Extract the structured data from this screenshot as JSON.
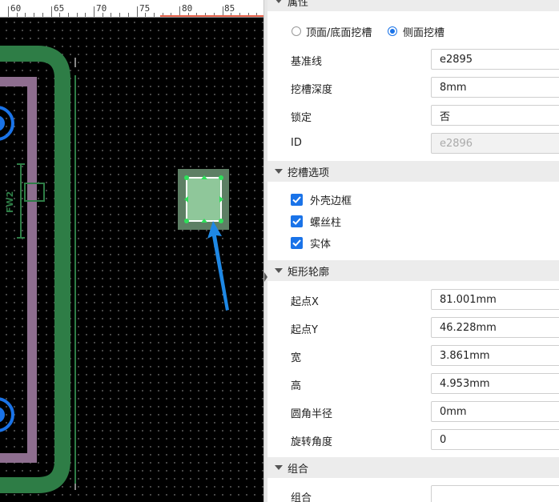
{
  "ruler": {
    "labels": [
      "60",
      "65",
      "70",
      "75",
      "80",
      "85"
    ]
  },
  "canvas": {
    "silk_label": "FW2",
    "colors": {
      "board": "#000000",
      "copper": "#2e7d46",
      "outline": "#8e6e8f",
      "pad": "#1a73e8",
      "selection": "#8fc79a",
      "arrow": "#1e88e5"
    }
  },
  "panel": {
    "properties": {
      "title": "属性",
      "option_top_bottom": "顶面/底面挖槽",
      "option_side": "侧面挖槽",
      "selected_option": "side",
      "rows": [
        {
          "label": "基准线",
          "value": "e2895"
        },
        {
          "label": "挖槽深度",
          "value": "8mm"
        },
        {
          "label": "锁定",
          "value": "否"
        },
        {
          "label": "ID",
          "value": "e2896",
          "disabled": true
        }
      ]
    },
    "slot_options": {
      "title": "挖槽选项",
      "items": [
        {
          "label": "外壳边框",
          "checked": true
        },
        {
          "label": "螺丝柱",
          "checked": true
        },
        {
          "label": "实体",
          "checked": true
        }
      ]
    },
    "rect_outline": {
      "title": "矩形轮廓",
      "rows": [
        {
          "label": "起点X",
          "value": "81.001mm"
        },
        {
          "label": "起点Y",
          "value": "46.228mm"
        },
        {
          "label": "宽",
          "value": "3.861mm"
        },
        {
          "label": "高",
          "value": "4.953mm"
        },
        {
          "label": "圆角半径",
          "value": "0mm"
        },
        {
          "label": "旋转角度",
          "value": "0"
        }
      ]
    },
    "group": {
      "title": "组合",
      "rows": [
        {
          "label": "组合",
          "value": ""
        }
      ]
    }
  }
}
